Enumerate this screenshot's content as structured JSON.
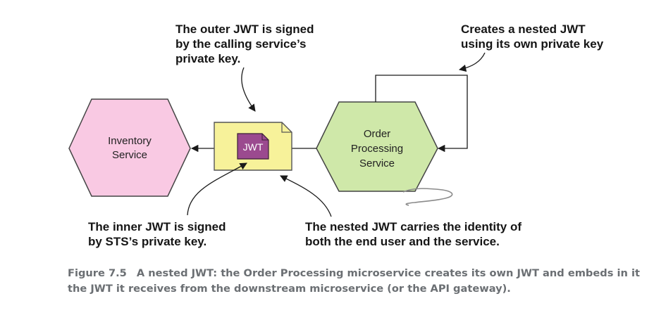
{
  "nodes": {
    "inventory": {
      "line1": "Inventory",
      "line2": "Service"
    },
    "order": {
      "line1": "Order",
      "line2": "Processing",
      "line3": "Service"
    },
    "jwt_label": "JWT"
  },
  "annotations": {
    "outer_jwt": "The outer JWT is signed\nby the calling service’s\nprivate key.",
    "nested_creation": "Creates a nested JWT\nusing its own private key",
    "inner_jwt": "The inner JWT is signed\nby STS’s private key.",
    "nested_identity": "The nested JWT carries the identity of\nboth the end user and the service."
  },
  "caption": {
    "figure_number": "Figure 7.5",
    "text": "A nested JWT: the Order Processing microservice creates its own JWT and embeds in it the JWT it receives from the downstream microservice (or the API gateway)."
  },
  "colors": {
    "inventory_fill": "#f9c9e3",
    "order_fill": "#cfe8a9",
    "jwt_outer_fill": "#f7f29a",
    "jwt_inner_fill": "#9b4a8f"
  }
}
